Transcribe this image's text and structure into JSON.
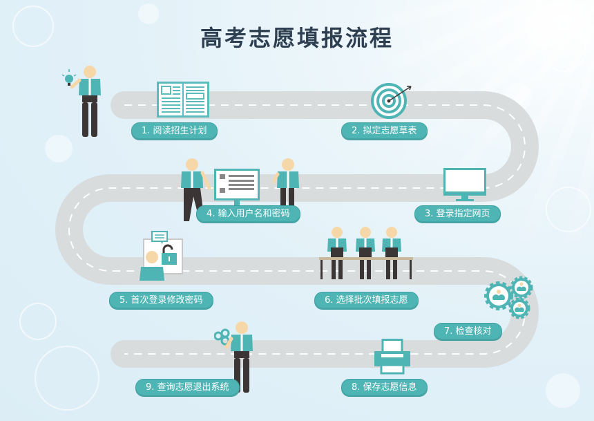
{
  "title": "高考志愿填报流程",
  "colors": {
    "background": "#e2f1f8",
    "road": "#d9dcdd",
    "road_dash": "#ffffff",
    "label_bg": "#4fb4b4",
    "label_text": "#ffffff",
    "title_text": "#2e3f52",
    "teal_icon": "#4fb4b4",
    "figure_shirt": "#4fb4b4",
    "figure_pants": "#3b3535",
    "figure_skin": "#f6d8a8"
  },
  "steps": [
    {
      "number": 1,
      "label": "1.  阅读招生计划",
      "icon": "newspaper-icon"
    },
    {
      "number": 2,
      "label": "2.  拟定志愿草表",
      "icon": "target-icon"
    },
    {
      "number": 3,
      "label": "3. 登录指定网页",
      "icon": "monitor-icon"
    },
    {
      "number": 4,
      "label": "4. 输入用户名和密码",
      "icon": "login-form-monitor-icon"
    },
    {
      "number": 5,
      "label": "5. 首次登录修改密码",
      "icon": "user-unlock-icon"
    },
    {
      "number": 6,
      "label": "6.  选择批次填报志愿",
      "icon": "people-at-desk-icon"
    },
    {
      "number": 7,
      "label": "7. 检查核对",
      "icon": "gears-team-icon"
    },
    {
      "number": 8,
      "label": "8.  保存志愿信息",
      "icon": "printer-icon"
    },
    {
      "number": 9,
      "label": "9.  查询志愿退出系统",
      "icon": "person-gears-icon"
    }
  ]
}
